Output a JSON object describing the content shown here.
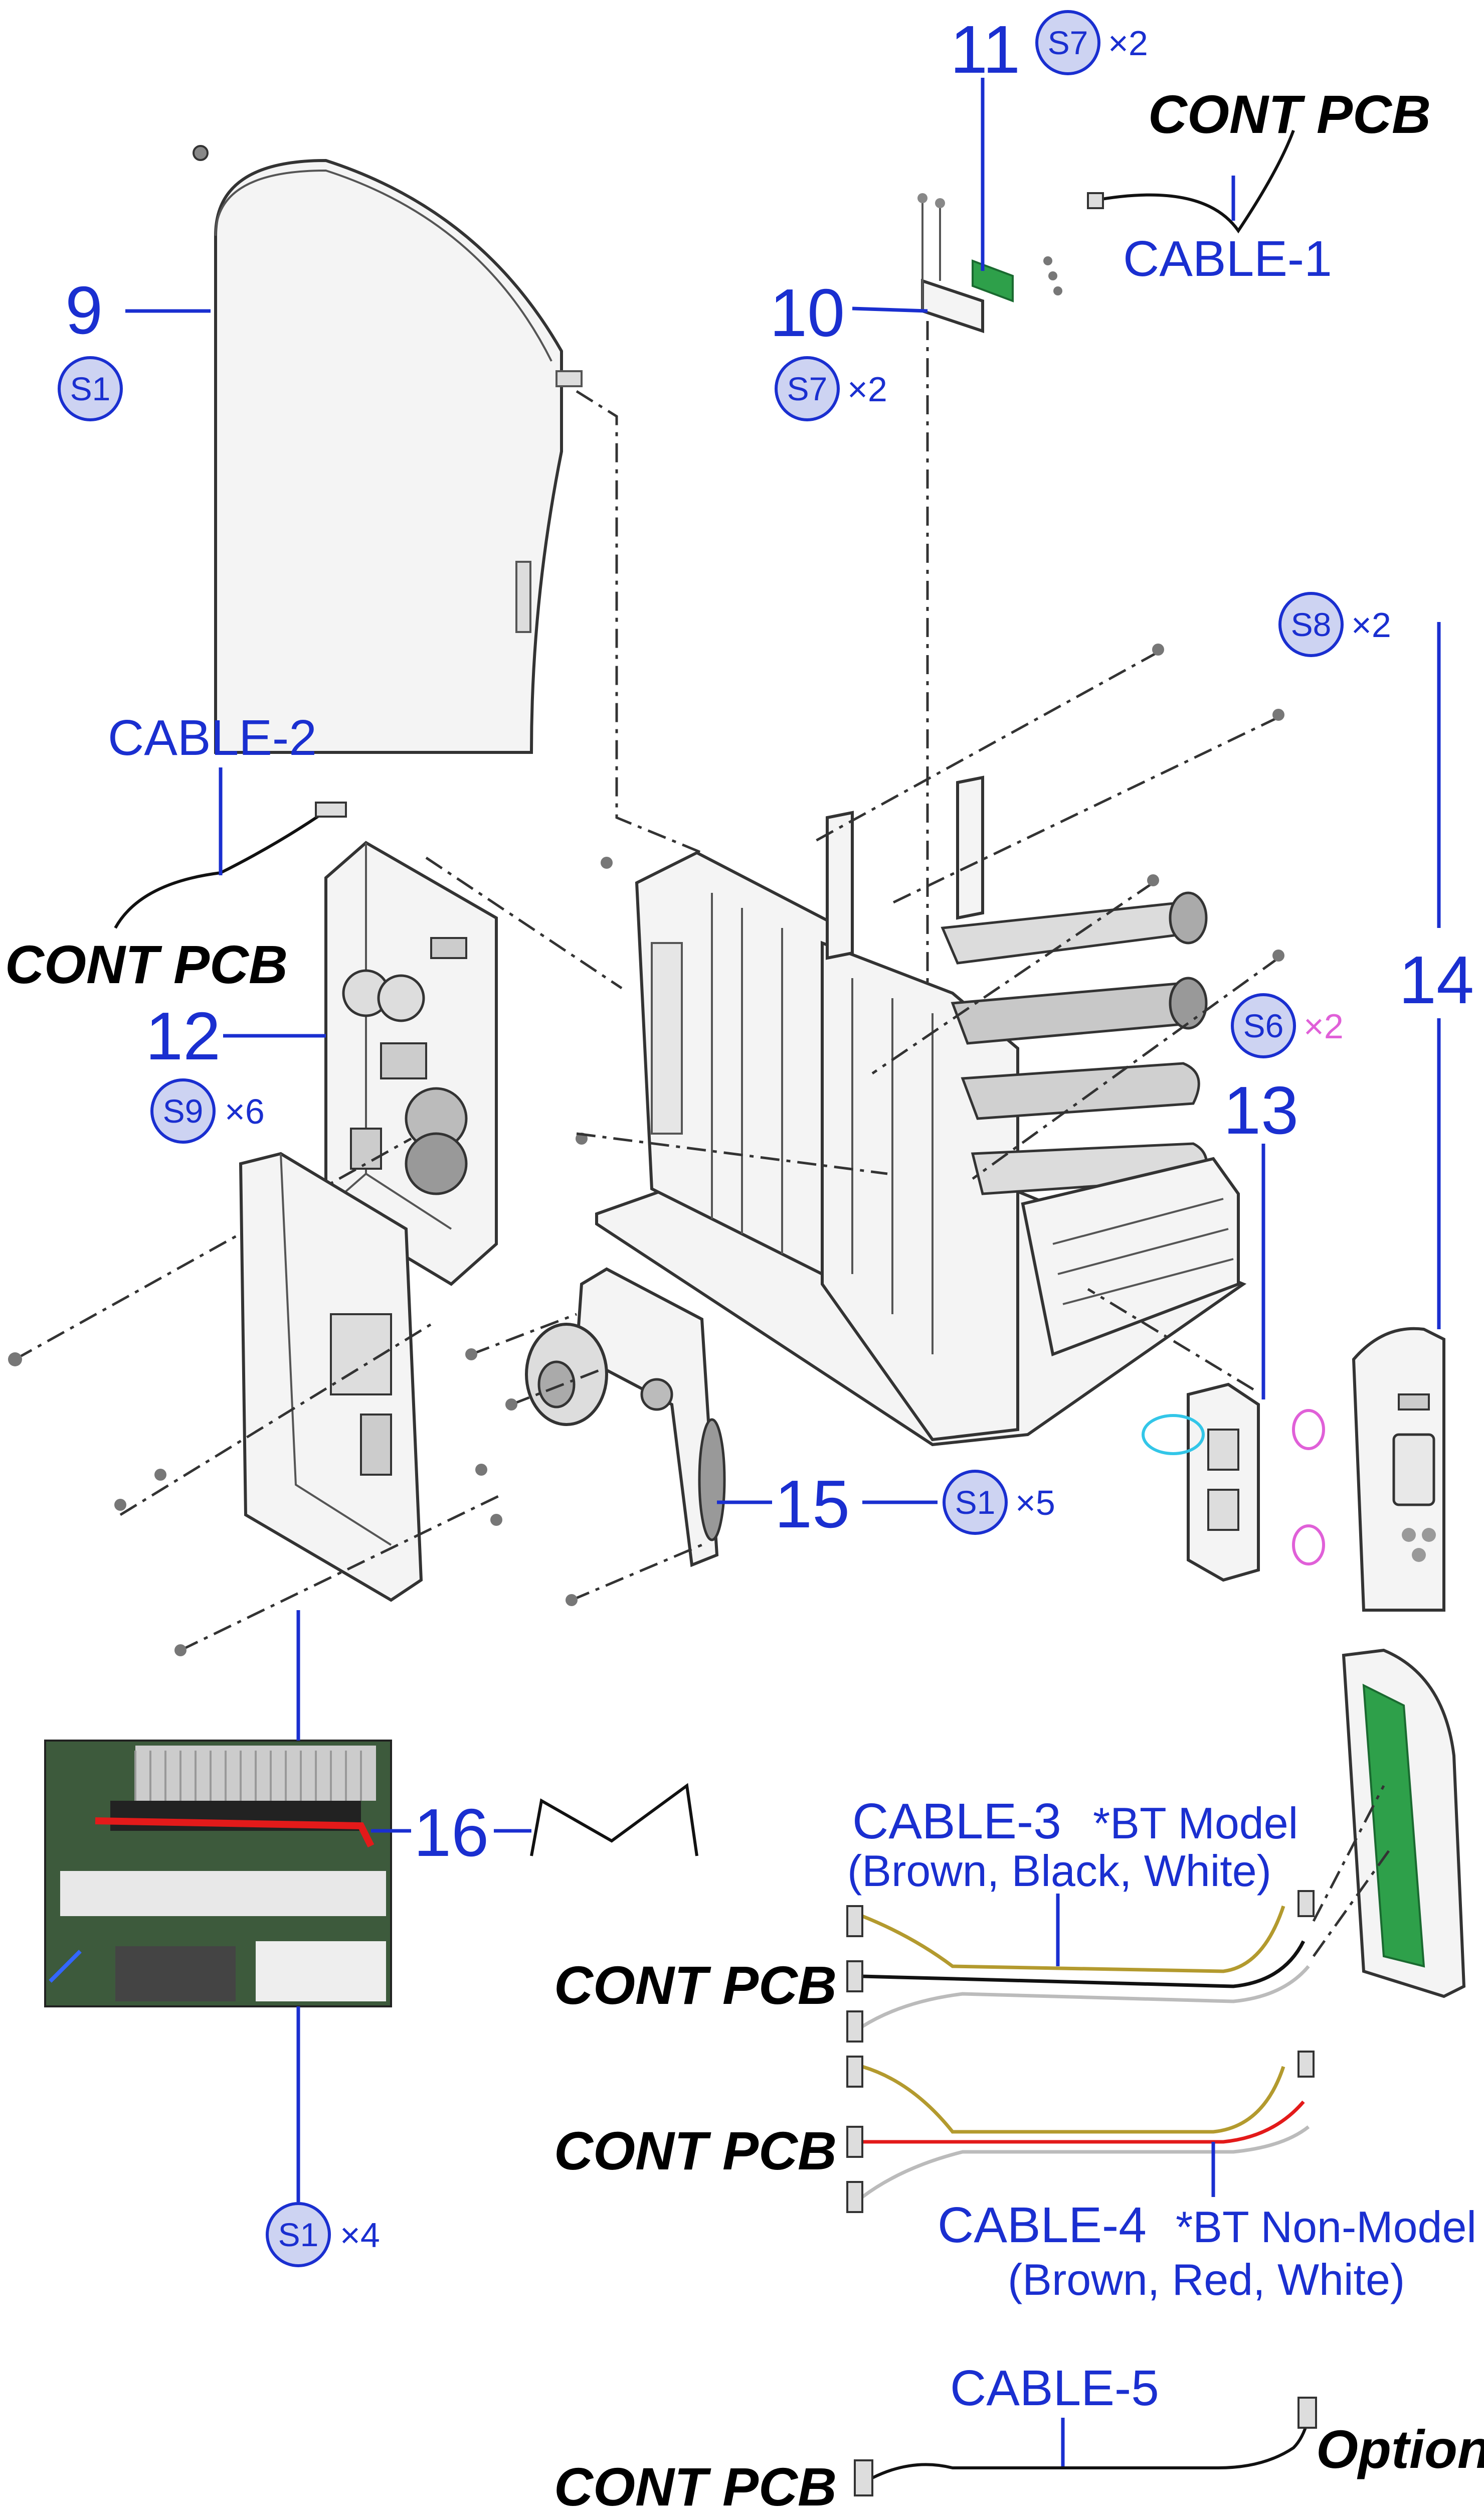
{
  "colors": {
    "label_blue": "#1a2fd0",
    "badge_fill": "#cdd3f2",
    "cyan": "#33c6e8",
    "magenta": "#e060d8",
    "wire_brown": "#b39a2e",
    "wire_red": "#e31a1a",
    "wire_white": "#bbbbbb",
    "pcb_green": "#2ea04a"
  },
  "parts": {
    "p9": {
      "number": "9",
      "screw": "S1"
    },
    "p10": {
      "number": "10",
      "screw": "S7",
      "qty": "×2"
    },
    "p11": {
      "number": "11",
      "screw": "S7",
      "qty": "×2"
    },
    "p12": {
      "number": "12",
      "screw": "S9",
      "qty": "×6"
    },
    "p13": {
      "number": "13",
      "screw": "S6",
      "qty": "×2"
    },
    "p14": {
      "number": "14",
      "screw": "S8",
      "qty": "×2"
    },
    "p15": {
      "number": "15",
      "screw": "S1",
      "qty": "×5"
    },
    "p16": {
      "number": "16",
      "screw": "S1",
      "qty": "×4"
    }
  },
  "cables": {
    "c1": {
      "label": "CABLE-1",
      "from": "CONT PCB"
    },
    "c2": {
      "label": "CABLE-2",
      "from": "CONT PCB"
    },
    "c3": {
      "label": "CABLE-3",
      "model": "*BT Model",
      "wires": "(Brown, Black, White)",
      "from": "CONT PCB"
    },
    "c4": {
      "label": "CABLE-4",
      "model": "*BT Non-Model",
      "wires": "(Brown, Red, White)",
      "from": "CONT PCB"
    },
    "c5": {
      "label": "CABLE-5",
      "from": "CONT PCB",
      "to": "Option"
    }
  },
  "icons": [
    "screw-badge-icon",
    "printer-chassis-icon",
    "pcb-icon",
    "cable-icon",
    "photo-icon"
  ]
}
